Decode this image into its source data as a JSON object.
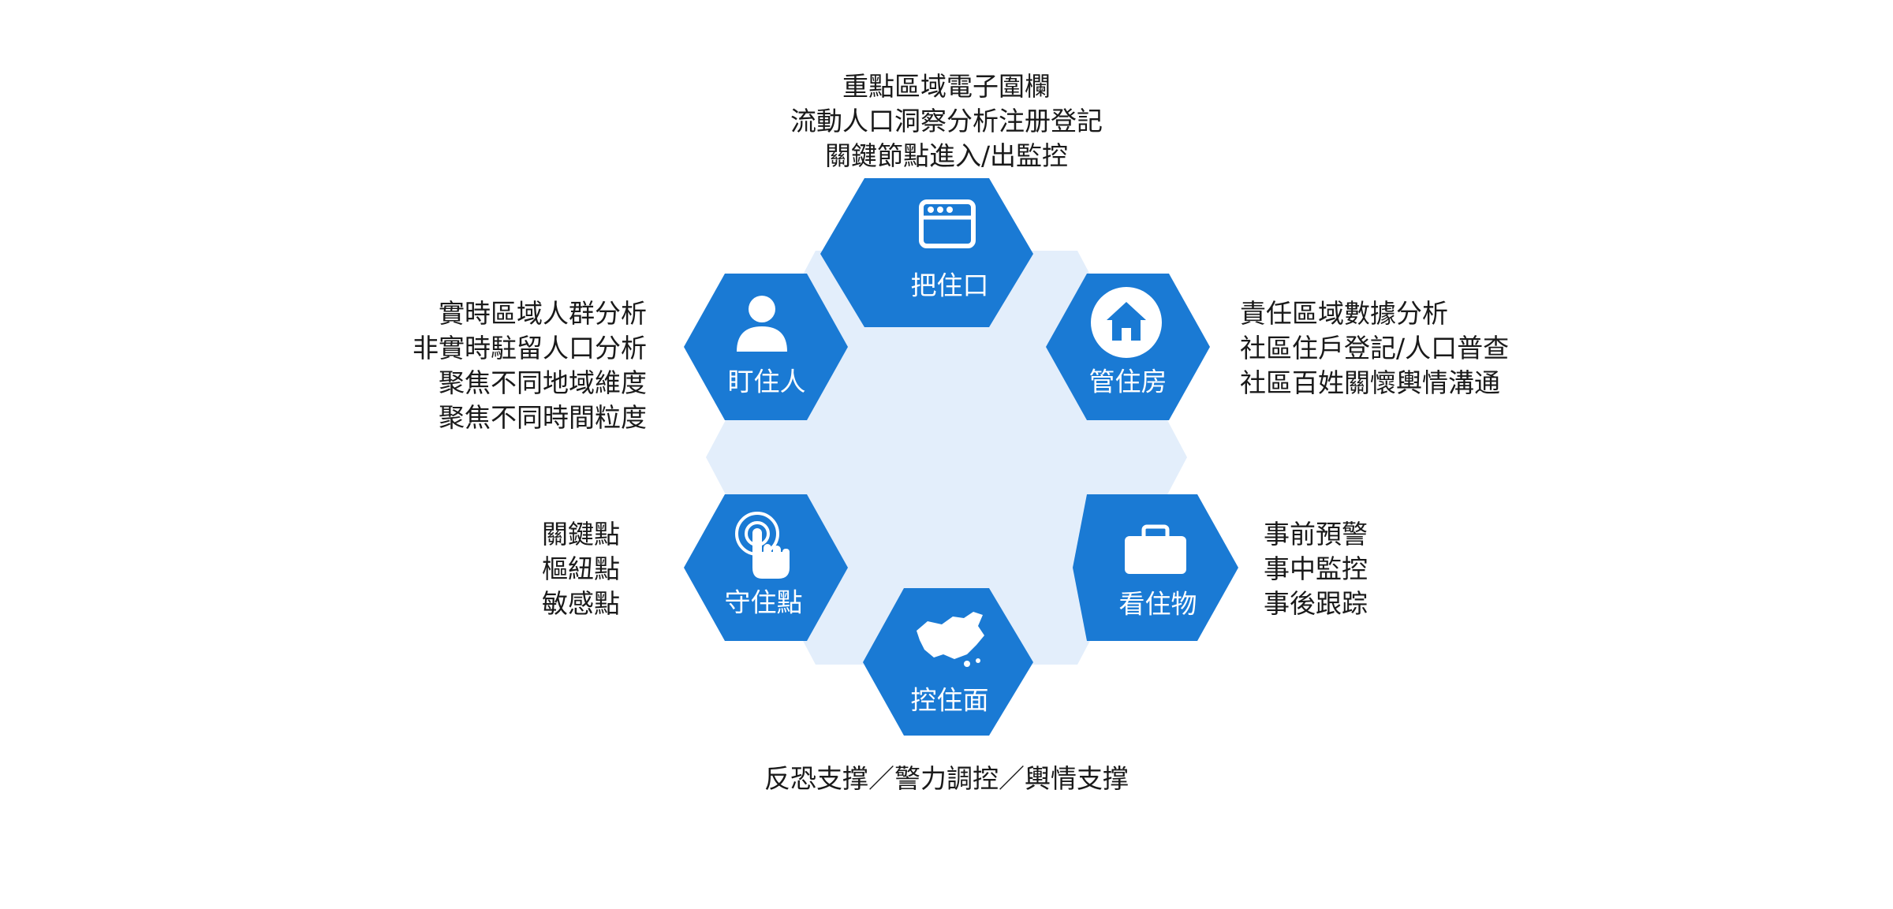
{
  "colors": {
    "hex_fill": "#1a7ad4",
    "hex_background": "#e3eefb",
    "text": "#1a1a1a",
    "hex_text": "#ffffff"
  },
  "nodes": {
    "top": {
      "label": "把住口",
      "icon": "browser-window-icon"
    },
    "upper_left": {
      "label": "盯住人",
      "icon": "person-icon"
    },
    "upper_right": {
      "label": "管住房",
      "icon": "house-icon"
    },
    "lower_left": {
      "label": "守住點",
      "icon": "touch-finger-icon"
    },
    "lower_right": {
      "label": "看住物",
      "icon": "briefcase-icon"
    },
    "bottom": {
      "label": "控住面",
      "icon": "china-map-icon"
    }
  },
  "annotations": {
    "top": [
      "重點區域電子圍欄",
      "流動人口洞察分析注册登記",
      "關鍵節點進入/出監控"
    ],
    "upper_left": [
      "實時區域人群分析",
      "非實時駐留人口分析",
      "聚焦不同地域維度",
      "聚焦不同時間粒度"
    ],
    "upper_right": [
      "責任區域數據分析",
      "社區住戶登記/人口普查",
      "社區百姓關懷輿情溝通"
    ],
    "lower_left": [
      "關鍵點",
      "樞紐點",
      "敏感點"
    ],
    "lower_right": [
      "事前預警",
      "事中監控",
      "事後跟踪"
    ],
    "bottom": [
      "反恐支撑／警力調控／輿情支撑"
    ]
  }
}
